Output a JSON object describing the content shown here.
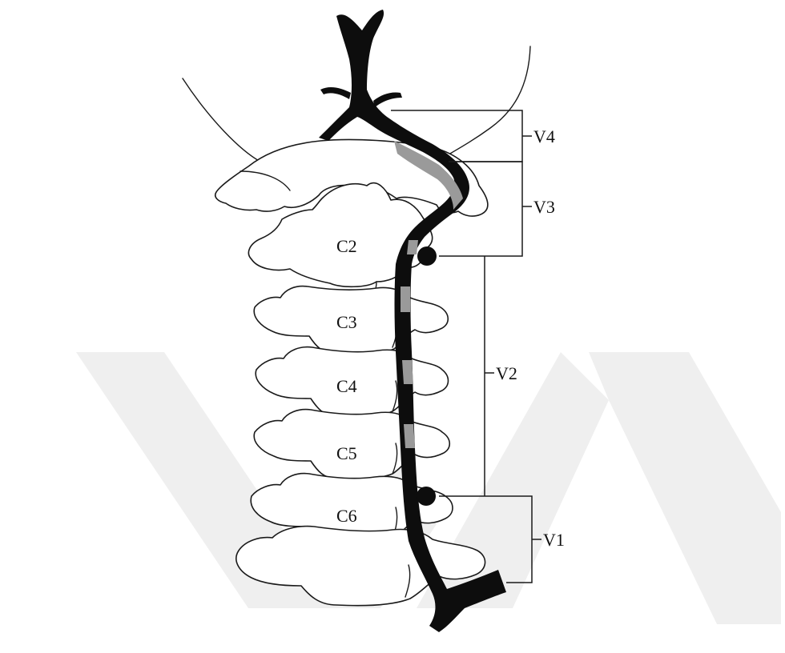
{
  "vertebrae": [
    {
      "id": "c2",
      "label": "C2"
    },
    {
      "id": "c3",
      "label": "C3"
    },
    {
      "id": "c4",
      "label": "C4"
    },
    {
      "id": "c5",
      "label": "C5"
    },
    {
      "id": "c6",
      "label": "C6"
    }
  ],
  "segments": [
    {
      "id": "v4",
      "label": "V4"
    },
    {
      "id": "v3",
      "label": "V3"
    },
    {
      "id": "v2",
      "label": "V2"
    },
    {
      "id": "v1",
      "label": "V1"
    }
  ],
  "colors": {
    "artery": "#0d0d0d",
    "artery_shaded": "#9a9a9a",
    "outline": "#1a1a1a",
    "watermark": "#efefef",
    "background": "#ffffff"
  }
}
